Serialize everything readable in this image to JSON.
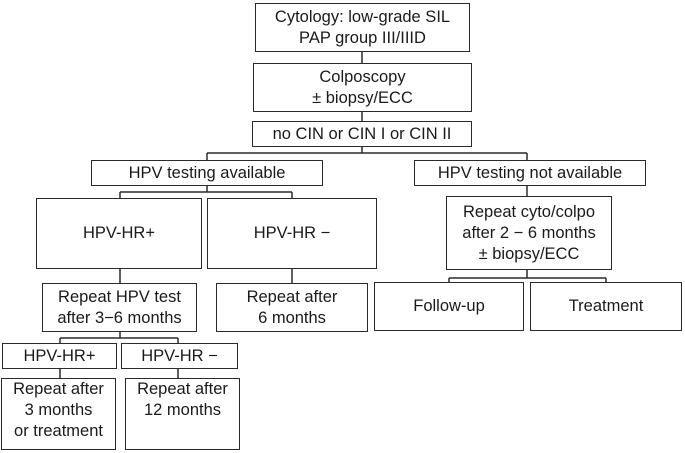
{
  "diagram": {
    "nodes": {
      "cytology": "Cytology: low-grade SIL\nPAP group III/IIID",
      "colposcopy": "Colposcopy\n± biopsy/ECC",
      "no_cin": "no CIN or CIN I or CIN II",
      "hpv_available": "HPV testing available",
      "hpv_not_available": "HPV testing not available",
      "hpv_hr_pos": "HPV-HR+",
      "hpv_hr_neg": "HPV-HR −",
      "repeat_cyto_colpo": "Repeat cyto/colpo\nafter 2 − 6 months\n± biopsy/ECC",
      "repeat_hpv_test": "Repeat HPV test\nafter 3−6 months",
      "repeat_after_6": "Repeat after\n6 months",
      "follow_up": "Follow-up",
      "treatment": "Treatment",
      "hpv_hr_pos_2": "HPV-HR+",
      "hpv_hr_neg_2": "HPV-HR −",
      "repeat_after_3": "Repeat after\n3 months\nor treatment",
      "repeat_after_12": "Repeat after\n12 months"
    }
  }
}
